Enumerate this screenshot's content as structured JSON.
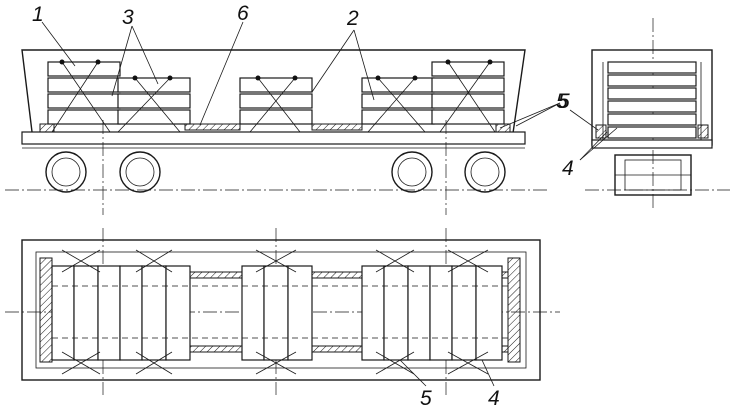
{
  "callouts": {
    "side": {
      "c1": "1",
      "c3": "3",
      "c6": "6",
      "c2": "2",
      "c5": "5"
    },
    "end": {
      "c5": "5",
      "c4": "4"
    },
    "plan": {
      "c5": "5",
      "c4": "4"
    }
  }
}
